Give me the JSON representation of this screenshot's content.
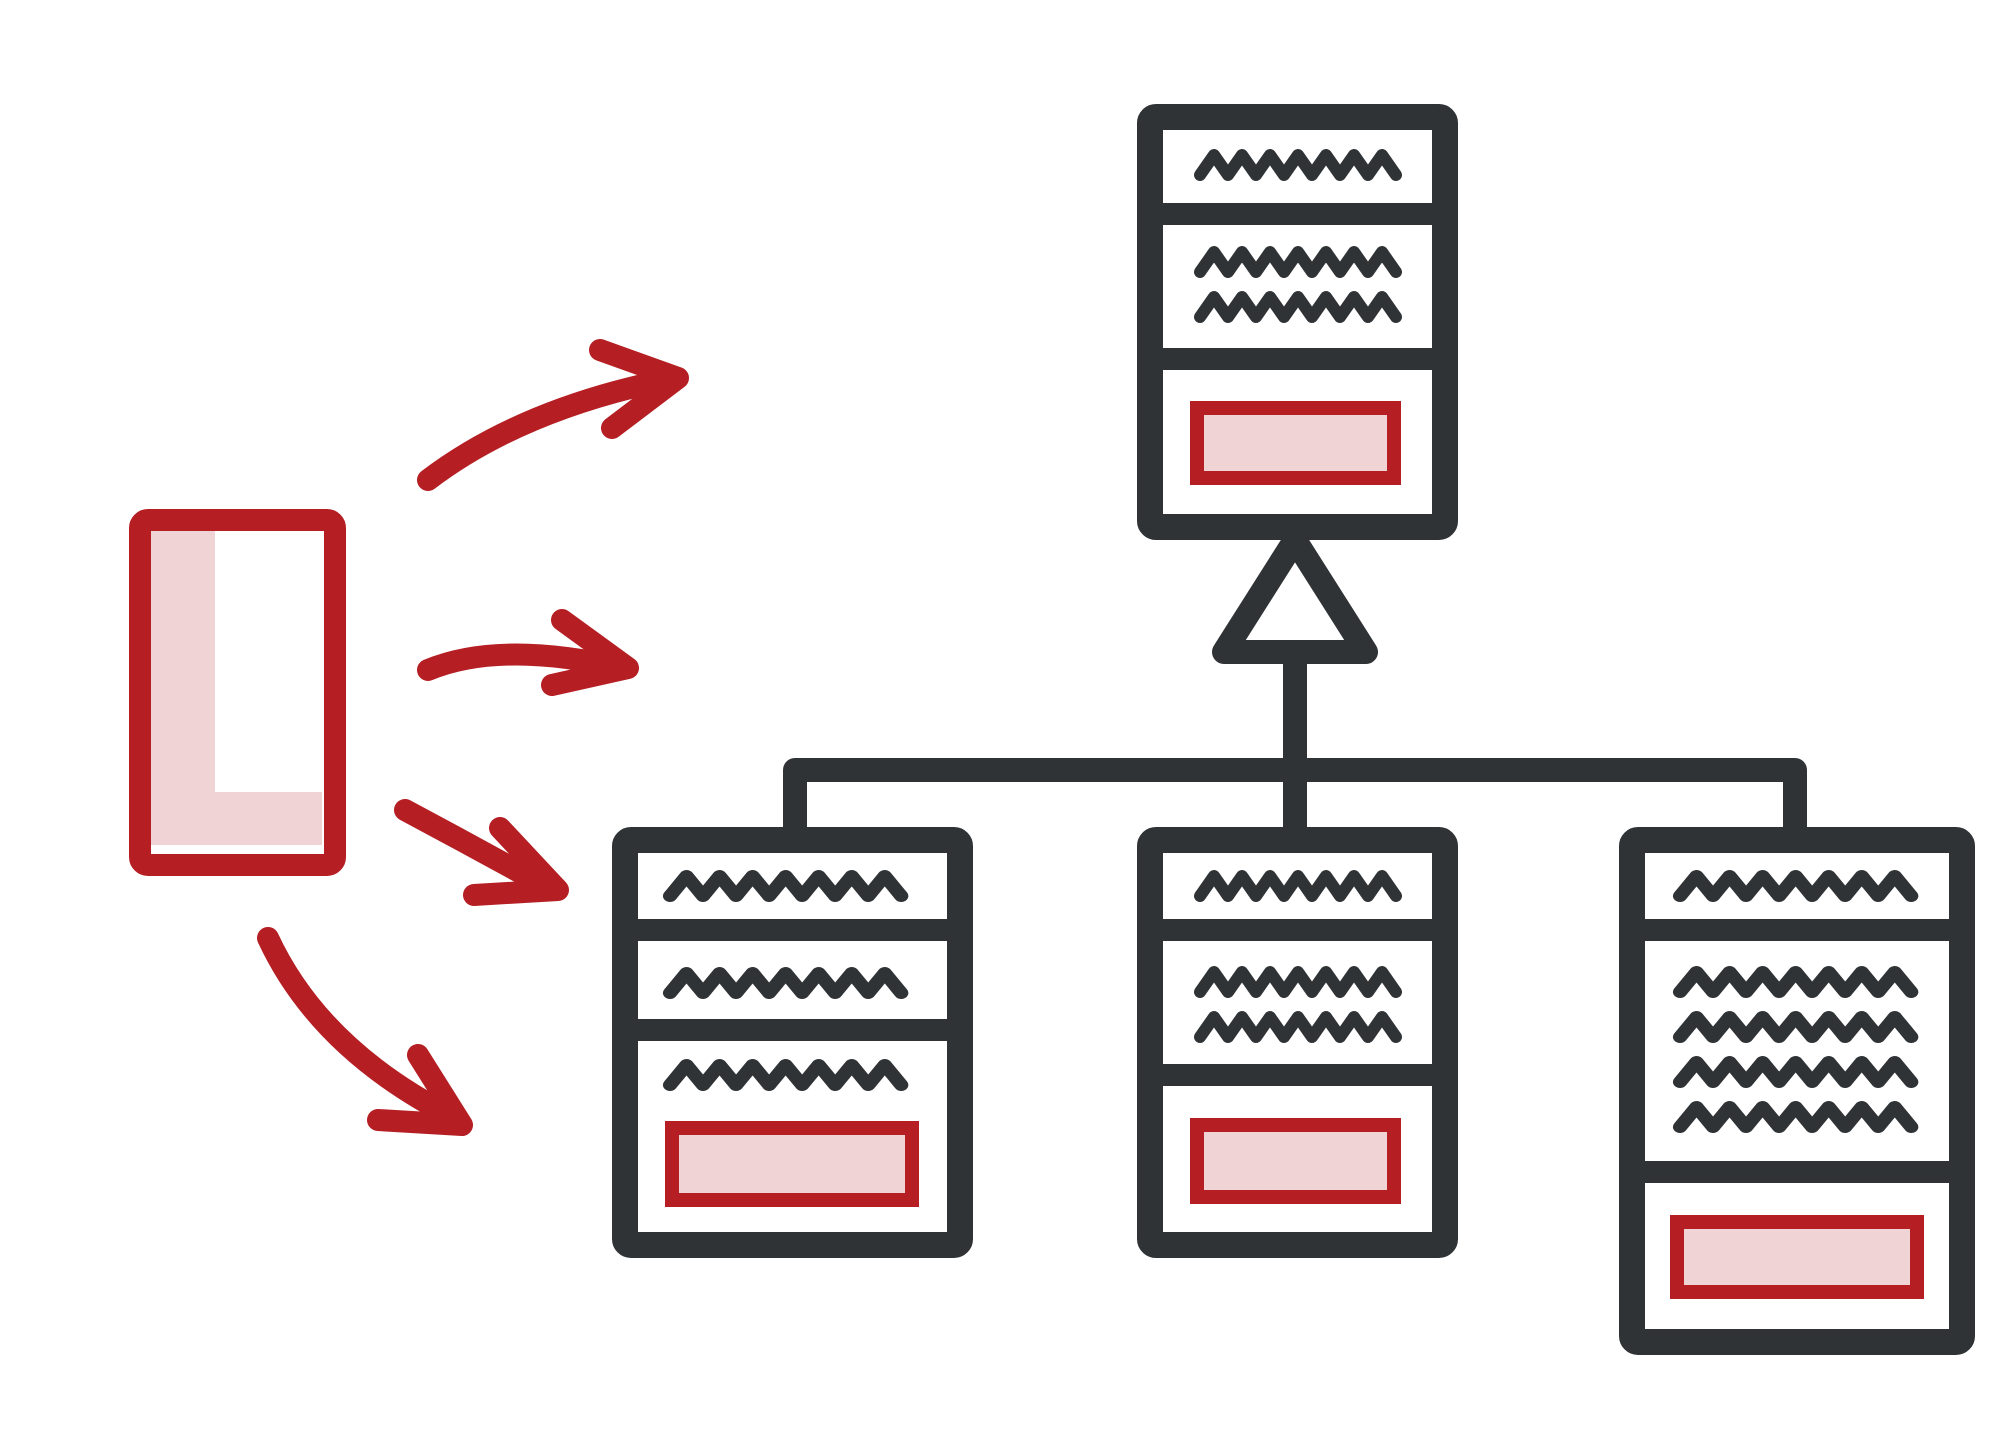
{
  "diagram": {
    "kind": "class-inheritance-icon",
    "texts": []
  },
  "colors": {
    "outline_dark": "#2f3335",
    "accent_red": "#b51f24",
    "accent_fill": "#f0d3d5",
    "background": "#ffffff"
  },
  "icons": {
    "source_object": "red-rectangle-icon",
    "arrows": "curved-arrow-icon",
    "class_box": "uml-class-box-icon",
    "generalization": "hollow-triangle-arrowhead-icon"
  },
  "classes": {
    "parent": {
      "name_lines": 1,
      "attribute_lines": 2,
      "method_blocks": 1
    },
    "children": [
      {
        "name_lines": 1,
        "attribute_lines": 1,
        "extra_lines": 1,
        "method_blocks": 1
      },
      {
        "name_lines": 1,
        "attribute_lines": 2,
        "method_blocks": 1
      },
      {
        "name_lines": 1,
        "attribute_lines": 4,
        "method_blocks": 1
      }
    ]
  },
  "arrow_count": 4
}
